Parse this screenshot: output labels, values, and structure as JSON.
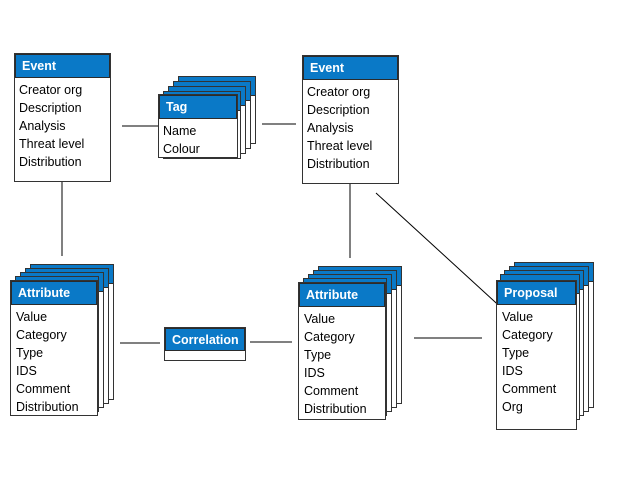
{
  "event_left": {
    "title": "Event",
    "fields": [
      "Creator org",
      "Description",
      "Analysis",
      "Threat level",
      "Distribution"
    ]
  },
  "event_right": {
    "title": "Event",
    "fields": [
      "Creator org",
      "Description",
      "Analysis",
      "Threat level",
      "Distribution"
    ]
  },
  "tag": {
    "title": "Tag",
    "fields": [
      "Name",
      "Colour"
    ]
  },
  "attribute_left": {
    "title": "Attribute",
    "fields": [
      "Value",
      "Category",
      "Type",
      "IDS",
      "Comment",
      "Distribution"
    ]
  },
  "attribute_right": {
    "title": "Attribute",
    "fields": [
      "Value",
      "Category",
      "Type",
      "IDS",
      "Comment",
      "Distribution"
    ]
  },
  "correlation": {
    "title": "Correlation"
  },
  "proposal": {
    "title": "Proposal",
    "fields": [
      "Value",
      "Category",
      "Type",
      "IDS",
      "Comment",
      "Org"
    ]
  },
  "colors": {
    "header": "#0a79c7",
    "border": "#333333",
    "line": "#000000"
  }
}
